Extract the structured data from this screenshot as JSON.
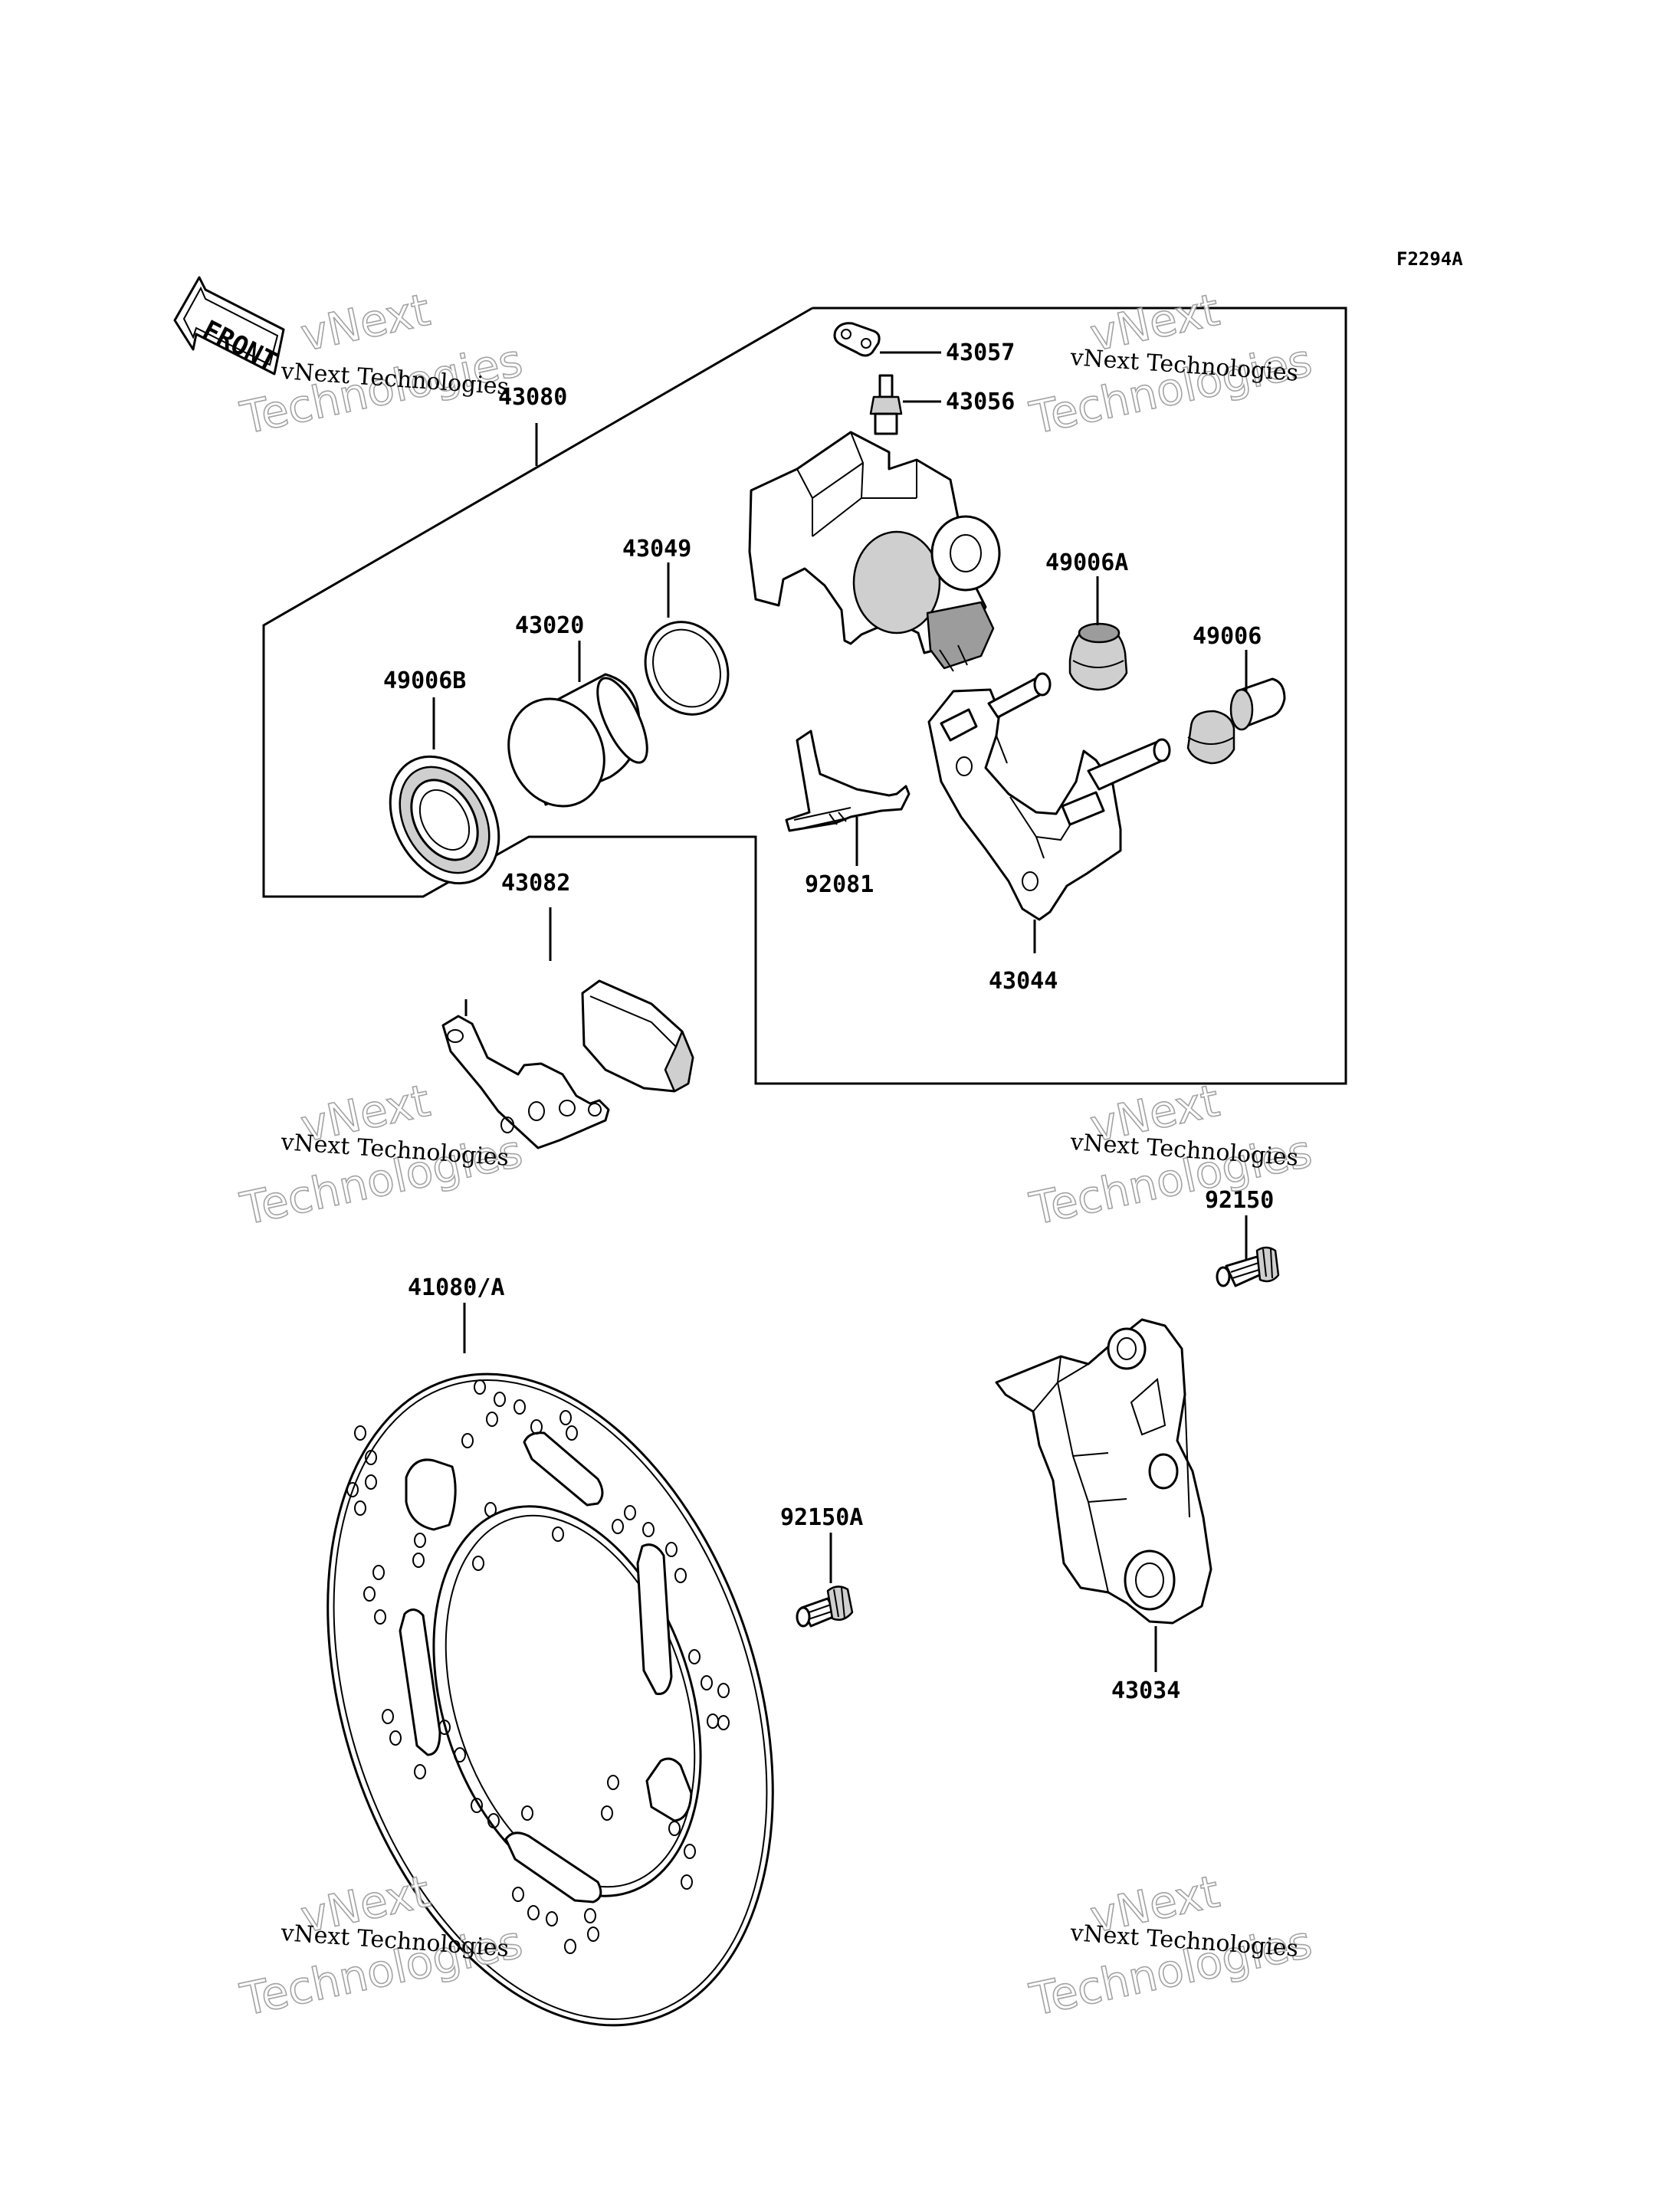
{
  "diagram_code": "F2294A",
  "front_label": "FRONT",
  "watermark": {
    "company": "vNext Technologies",
    "line1": "vNext",
    "line2": "Technologies"
  },
  "parts": {
    "p43080": "43080",
    "p43057": "43057",
    "p43056": "43056",
    "p43049": "43049",
    "p43020": "43020",
    "p49006B": "49006B",
    "p49006A": "49006A",
    "p49006": "49006",
    "p92081": "92081",
    "p43044": "43044",
    "p43082": "43082",
    "p92150": "92150",
    "p41080A": "41080/A",
    "p92150A": "92150A",
    "p43034": "43034"
  }
}
